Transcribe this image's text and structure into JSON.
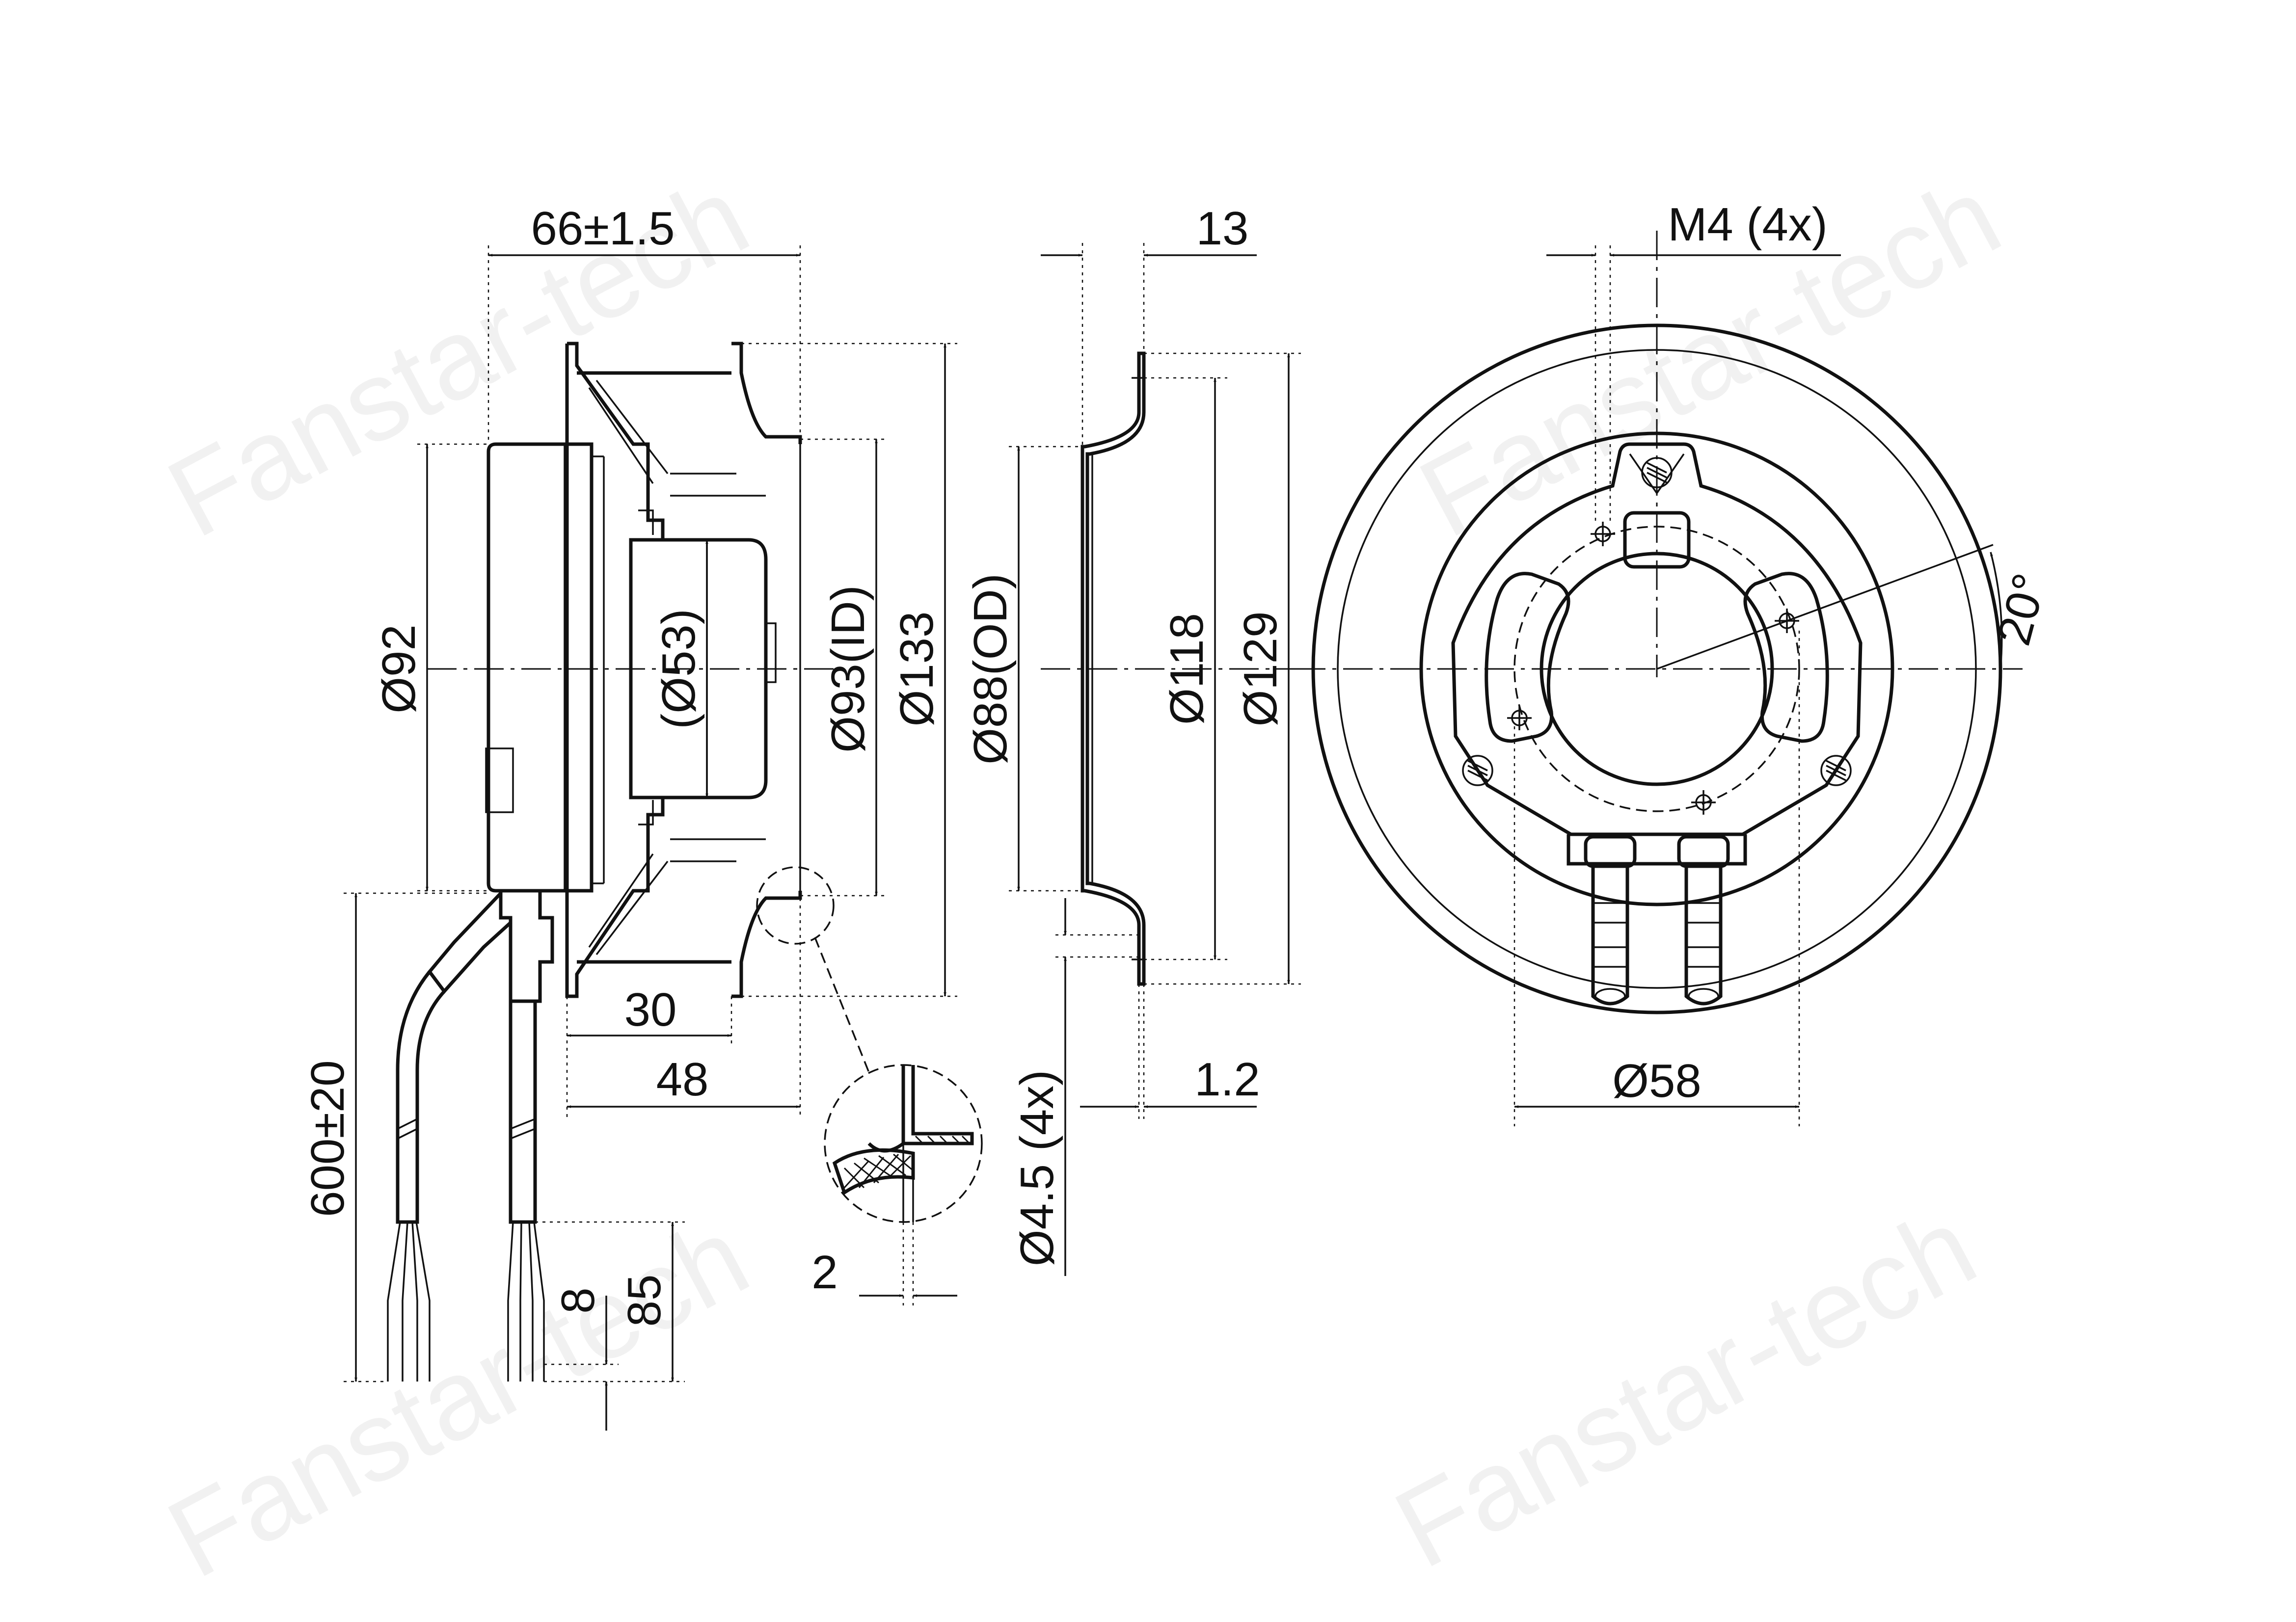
{
  "watermark": "Fanstar-tech",
  "colors": {
    "line": "#111111",
    "background": "#ffffff",
    "watermark": "#bdbdbd"
  },
  "side_view": {
    "length": "66±1.5",
    "motor_diameter": "Ø92",
    "hub_diameter": "(Ø53)",
    "inlet_id": "Ø93(ID)",
    "impeller_diameter": "Ø133",
    "depth_30": "30",
    "depth_48": "48",
    "cable_length": "600±20",
    "strip_8": "8",
    "strip_85": "85",
    "detail_wall": "2"
  },
  "ring_view": {
    "width": "13",
    "od": "Ø88(OD)",
    "d118": "Ø118",
    "d129": "Ø129",
    "holes": "Ø4.5 (4x)",
    "thickness": "1.2"
  },
  "front_view": {
    "threads": "M4 (4x)",
    "angle": "20°",
    "bolt_circle": "Ø58"
  }
}
